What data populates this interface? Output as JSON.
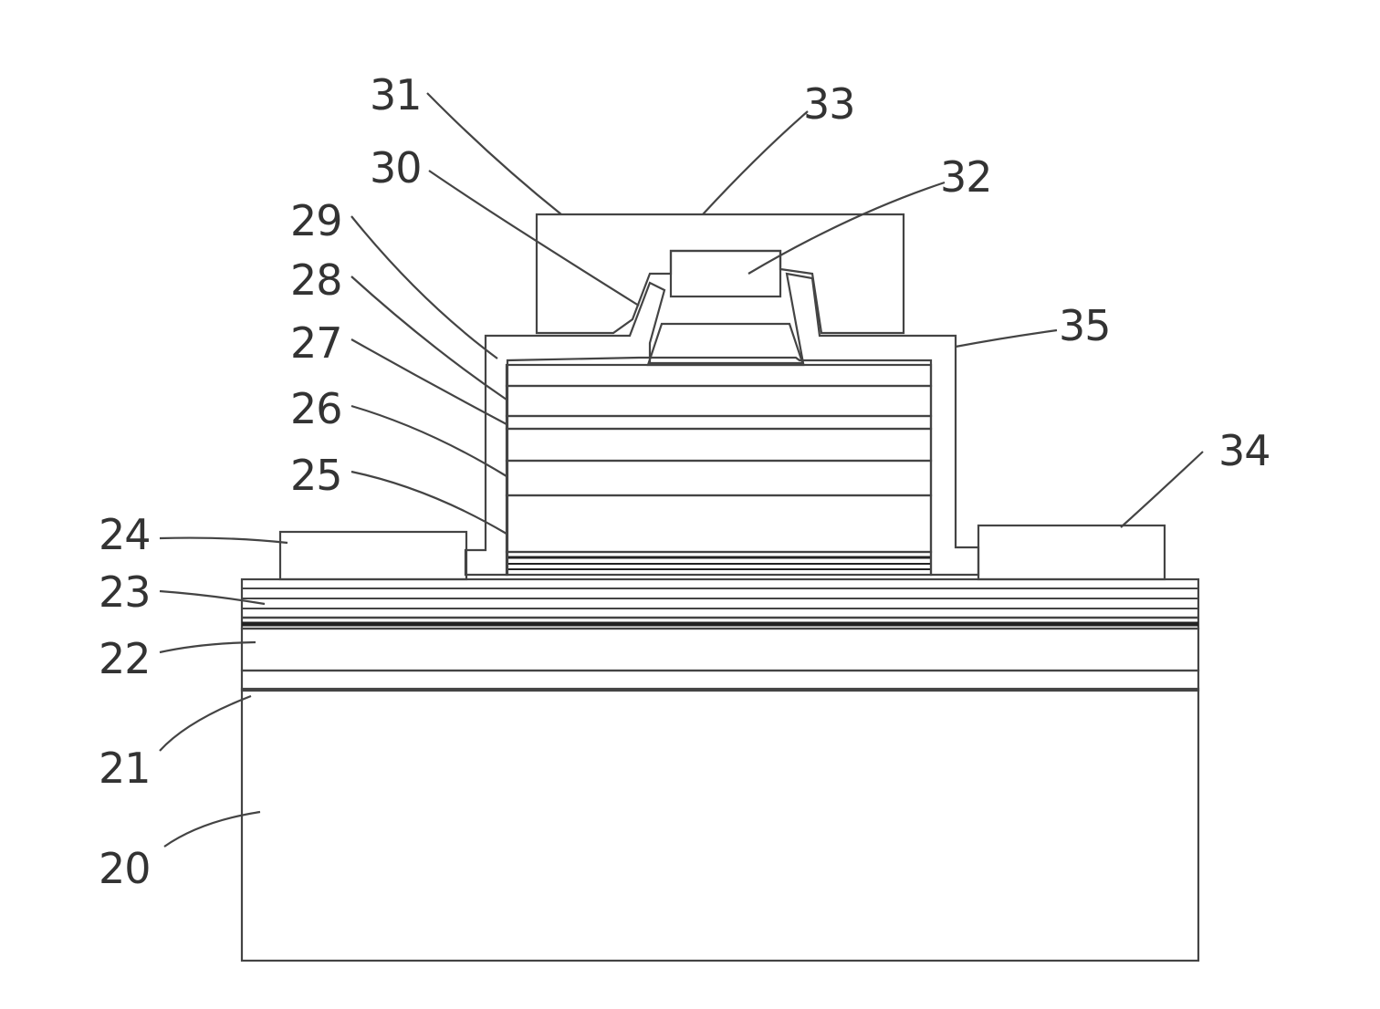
{
  "figure": {
    "labels": {
      "l20": "20",
      "l21": "21",
      "l22": "22",
      "l23": "23",
      "l24": "24",
      "l25": "25",
      "l26": "26",
      "l27": "27",
      "l28": "28",
      "l29": "29",
      "l30": "30",
      "l31": "31",
      "l32": "32",
      "l33": "33",
      "l34": "34",
      "l35": "35"
    }
  }
}
